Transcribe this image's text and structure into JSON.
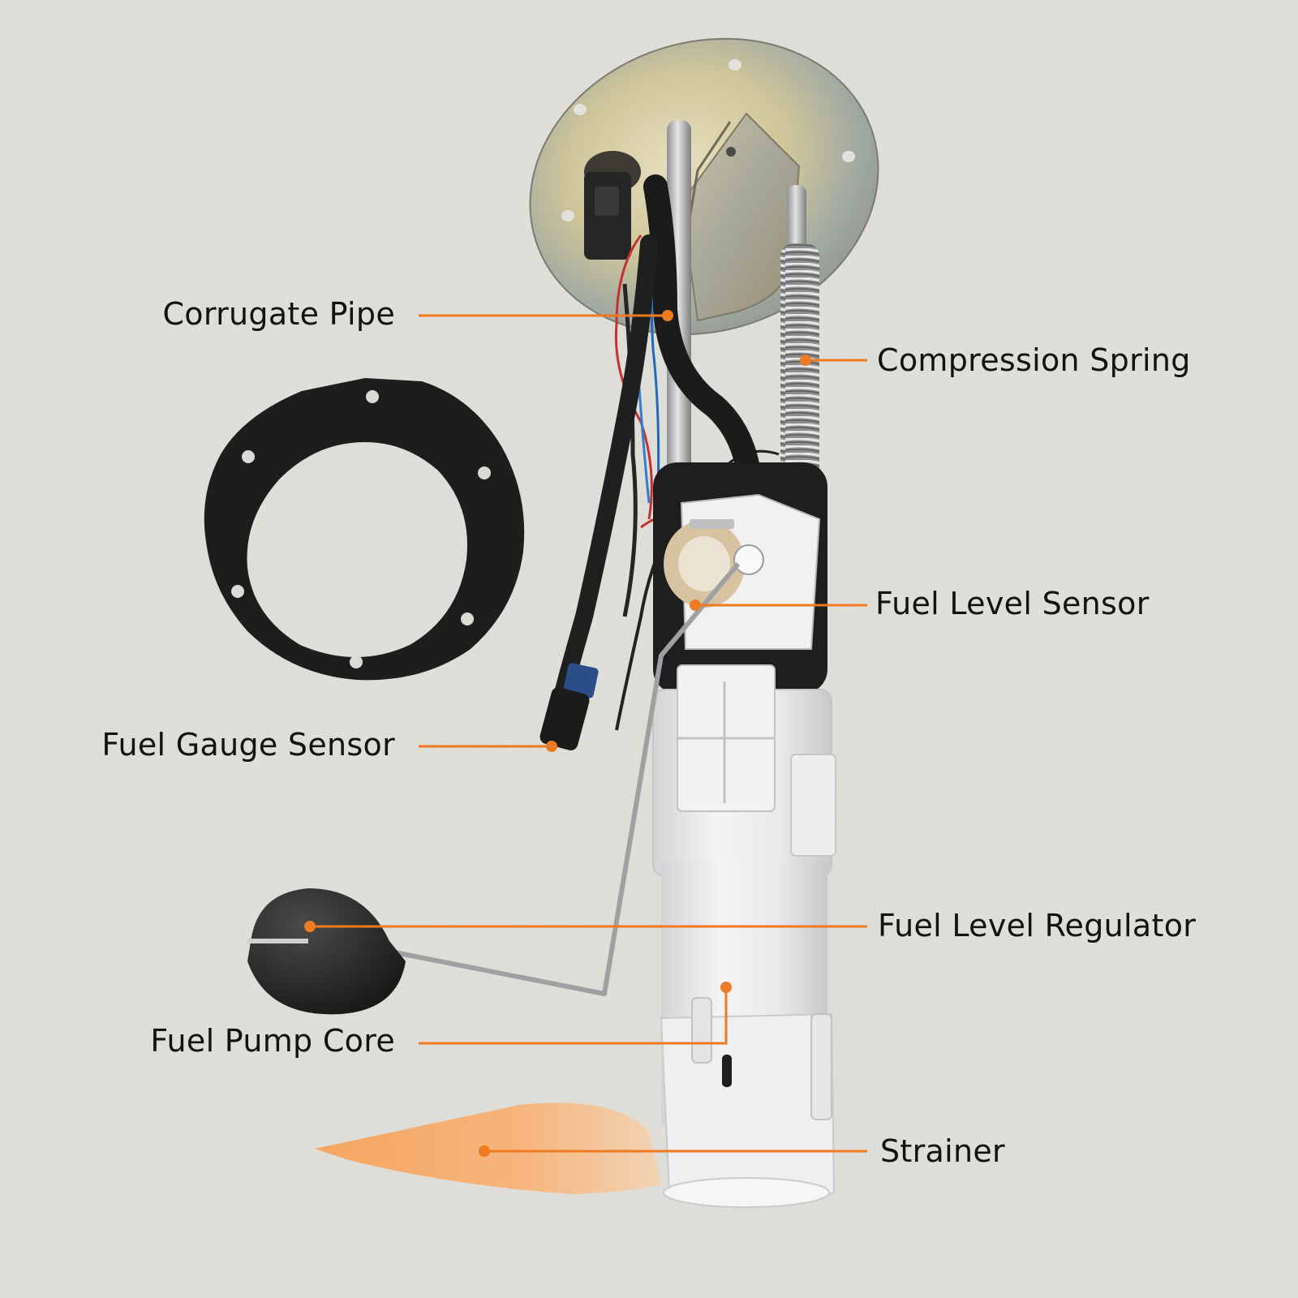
{
  "diagram": {
    "accent_color": "#ee7a22",
    "callouts": [
      {
        "id": "corrugate-pipe",
        "text": "Corrugate Pipe",
        "side": "left"
      },
      {
        "id": "compression-spring",
        "text": "Compression Spring",
        "side": "right"
      },
      {
        "id": "fuel-level-sensor",
        "text": "Fuel Level Sensor",
        "side": "right"
      },
      {
        "id": "fuel-gauge-sensor",
        "text": "Fuel Gauge Sensor",
        "side": "left"
      },
      {
        "id": "fuel-level-regulator",
        "text": "Fuel Level Regulator",
        "side": "right"
      },
      {
        "id": "fuel-pump-core",
        "text": "Fuel Pump Core",
        "side": "left"
      },
      {
        "id": "strainer",
        "text": "Strainer",
        "side": "right"
      }
    ],
    "components": [
      "flange-plate",
      "gasket-ring",
      "corrugate-pipe",
      "compression-spring",
      "fuel-level-sensor",
      "fuel-gauge-connector",
      "float-arm",
      "float",
      "pump-body",
      "strainer"
    ]
  }
}
